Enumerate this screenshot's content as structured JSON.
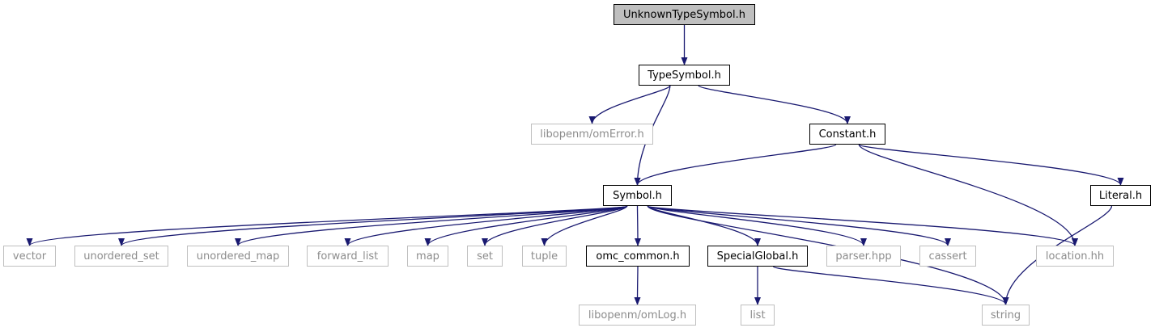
{
  "graph": {
    "edge_color": "#191970",
    "root_fill": "#bfbfbf",
    "external_border": "#bfbfbf",
    "nodes": {
      "unknowntypesymbol": {
        "label": "UnknownTypeSymbol.h",
        "kind": "root"
      },
      "typesymbol": {
        "label": "TypeSymbol.h",
        "kind": "internal"
      },
      "omerror": {
        "label": "libopenm/omError.h",
        "kind": "external"
      },
      "constant": {
        "label": "Constant.h",
        "kind": "internal"
      },
      "symbol": {
        "label": "Symbol.h",
        "kind": "internal"
      },
      "literal": {
        "label": "Literal.h",
        "kind": "internal"
      },
      "vector": {
        "label": "vector",
        "kind": "external"
      },
      "unordered_set": {
        "label": "unordered_set",
        "kind": "external"
      },
      "unordered_map": {
        "label": "unordered_map",
        "kind": "external"
      },
      "forward_list": {
        "label": "forward_list",
        "kind": "external"
      },
      "map": {
        "label": "map",
        "kind": "external"
      },
      "set": {
        "label": "set",
        "kind": "external"
      },
      "tuple": {
        "label": "tuple",
        "kind": "external"
      },
      "omc_common": {
        "label": "omc_common.h",
        "kind": "internal"
      },
      "specialglobal": {
        "label": "SpecialGlobal.h",
        "kind": "internal"
      },
      "parser": {
        "label": "parser.hpp",
        "kind": "external"
      },
      "cassert": {
        "label": "cassert",
        "kind": "external"
      },
      "location": {
        "label": "location.hh",
        "kind": "external"
      },
      "omlog": {
        "label": "libopenm/omLog.h",
        "kind": "external"
      },
      "list": {
        "label": "list",
        "kind": "external"
      },
      "string": {
        "label": "string",
        "kind": "external"
      }
    },
    "edges": [
      [
        "unknowntypesymbol",
        "typesymbol"
      ],
      [
        "typesymbol",
        "omerror"
      ],
      [
        "typesymbol",
        "symbol"
      ],
      [
        "typesymbol",
        "constant"
      ],
      [
        "constant",
        "symbol"
      ],
      [
        "constant",
        "location"
      ],
      [
        "constant",
        "literal"
      ],
      [
        "symbol",
        "vector"
      ],
      [
        "symbol",
        "unordered_set"
      ],
      [
        "symbol",
        "unordered_map"
      ],
      [
        "symbol",
        "forward_list"
      ],
      [
        "symbol",
        "map"
      ],
      [
        "symbol",
        "set"
      ],
      [
        "symbol",
        "tuple"
      ],
      [
        "symbol",
        "omc_common"
      ],
      [
        "symbol",
        "specialglobal"
      ],
      [
        "symbol",
        "parser"
      ],
      [
        "symbol",
        "cassert"
      ],
      [
        "symbol",
        "location"
      ],
      [
        "symbol",
        "string"
      ],
      [
        "omc_common",
        "omlog"
      ],
      [
        "specialglobal",
        "list"
      ],
      [
        "specialglobal",
        "string"
      ],
      [
        "literal",
        "string"
      ]
    ]
  }
}
